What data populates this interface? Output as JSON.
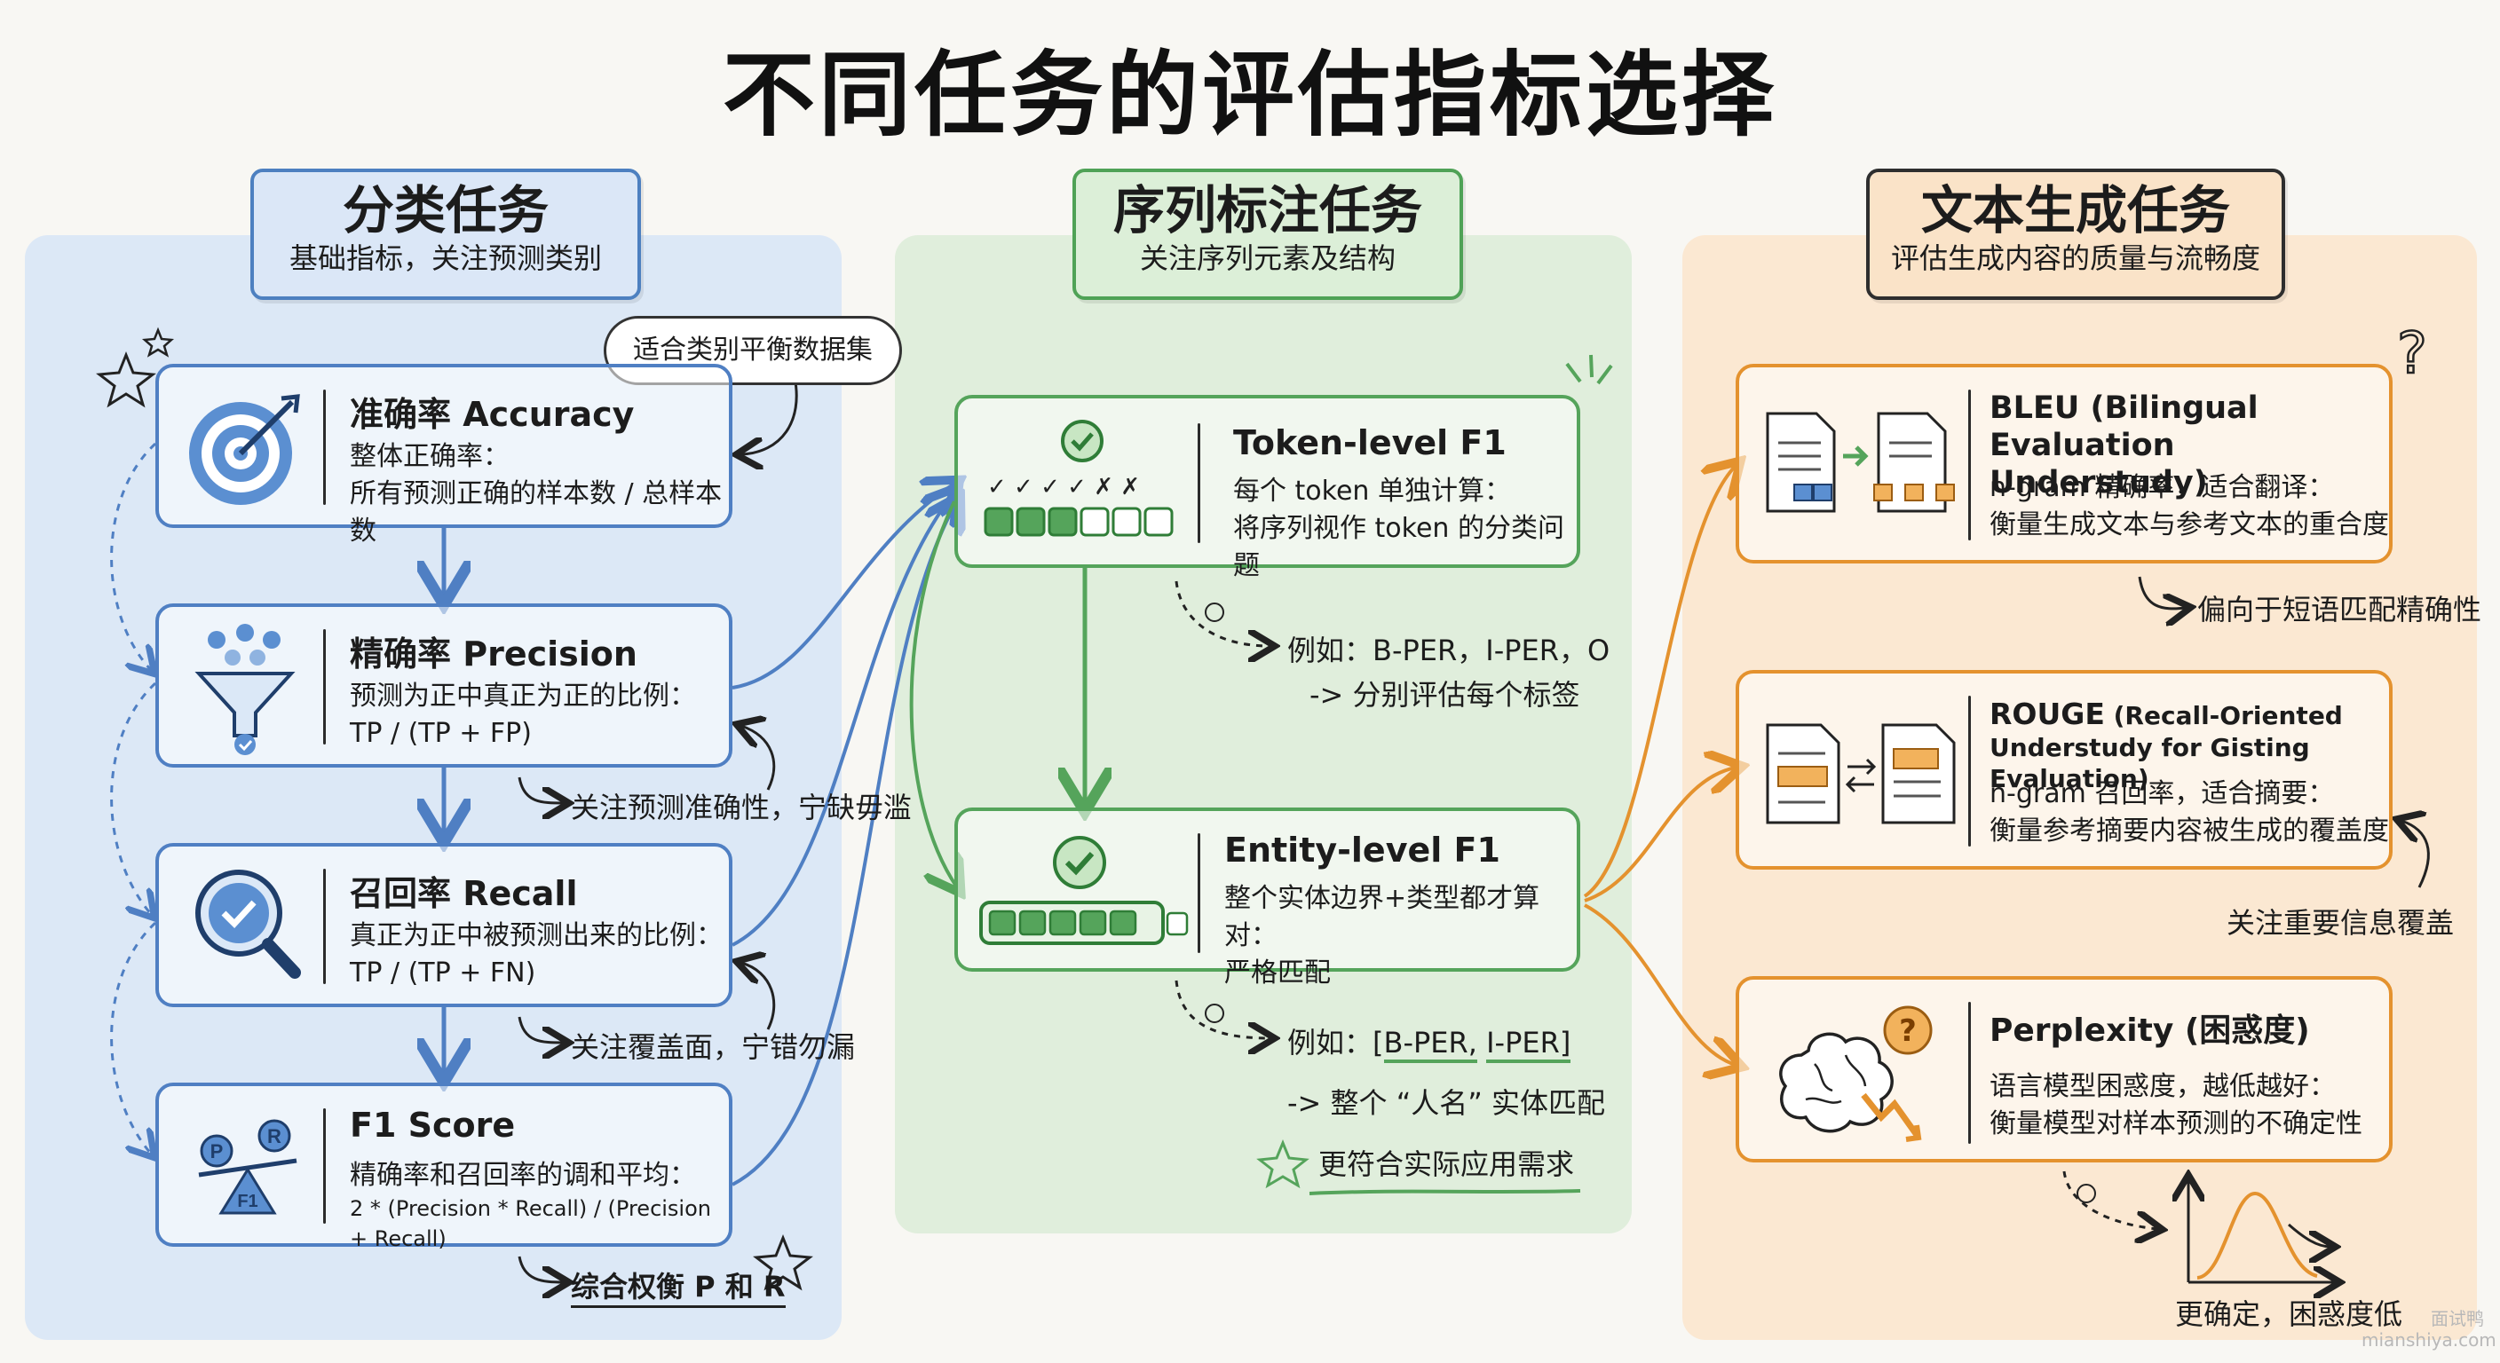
{
  "title": "不同任务的评估指标选择",
  "classification": {
    "header": "分类任务",
    "subheader": "基础指标，关注预测类别",
    "bubble": "适合类别平衡数据集",
    "cards": [
      {
        "title": "准确率 Accuracy",
        "line1": "整体正确率：",
        "line2": "所有预测正确的样本数 / 总样本数"
      },
      {
        "title": "精确率 Precision",
        "line1": "预测为正中真正为正的比例：",
        "line2": "TP / (TP + FP)"
      },
      {
        "title": "召回率 Recall",
        "line1": "真正为正中被预测出来的比例：",
        "line2": "TP / (TP + FN)"
      },
      {
        "title": "F1 Score",
        "line1": "精确率和召回率的调和平均：",
        "line2": "2 * (Precision * Recall) / (Precision + Recall)"
      }
    ],
    "notes": {
      "precision": "关注预测准确性，宁缺毋滥",
      "recall": "关注覆盖面，宁错勿漏",
      "f1": "综合权衡 P 和 R"
    },
    "icon_labels": {
      "p": "P",
      "r": "R",
      "f1": "F1"
    }
  },
  "sequence": {
    "header": "序列标注任务",
    "subheader": "关注序列元素及结构",
    "cards": [
      {
        "title": "Token-level F1",
        "line1": "每个 token 单独计算：",
        "line2": "将序列视作 token 的分类问题"
      },
      {
        "title": "Entity-level F1",
        "line1": "整个实体边界+类型都才算对：",
        "line2": "严格匹配"
      }
    ],
    "marks": "✓ ✓ ✓ ✓ ✗ ✗",
    "example1": {
      "line1": "例如：B-PER，I-PER，O",
      "line2": "-> 分别评估每个标签"
    },
    "example2": {
      "line1": "例如：",
      "tag1": "B-PER,",
      "tag2": "I-PER]",
      "bracket": "[",
      "line2": "-> 整个 “人名” 实体匹配"
    },
    "highlight": "更符合实际应用需求"
  },
  "generation": {
    "header": "文本生成任务",
    "subheader": "评估生成内容的质量与流畅度",
    "cards": [
      {
        "title": "BLEU (Bilingual Evaluation",
        "title2": "Understudy)",
        "line1": "n-gram 精确率，适合翻译：",
        "line2": "衡量生成文本与参考文本的重合度"
      },
      {
        "title": "ROUGE",
        "title_suffix": " (Recall-Oriented",
        "title2": "Understudy for Gisting Evaluation)",
        "line1": "n-gram 召回率，适合摘要：",
        "line2": "衡量参考摘要内容被生成的覆盖度"
      },
      {
        "title": "Perplexity (困惑度)",
        "line1": "语言模型困惑度，越低越好：",
        "line2": "衡量模型对样本预测的不确定性"
      }
    ],
    "notes": {
      "bleu": "偏向于短语匹配精确性",
      "rouge": "关注重要信息覆盖",
      "perplexity": "更确定，困惑度低"
    }
  },
  "watermark": {
    "line1": "面试鸭",
    "line2": "mianshiya.com"
  },
  "colors": {
    "blue": "#4f7fc3",
    "green": "#55a45b",
    "orange": "#e4922e",
    "ink": "#1c1c1c"
  }
}
